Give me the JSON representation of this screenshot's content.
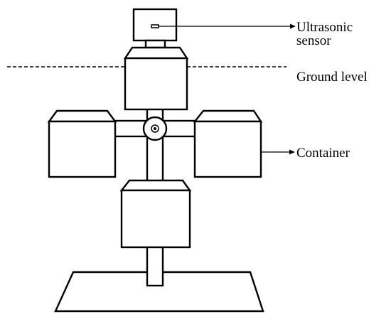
{
  "labels": {
    "sensor_line1": "Ultrasonic",
    "sensor_line2": "sensor",
    "ground": "Ground level",
    "container": "Container"
  },
  "colors": {
    "stroke": "#000000",
    "fill": "#ffffff"
  }
}
